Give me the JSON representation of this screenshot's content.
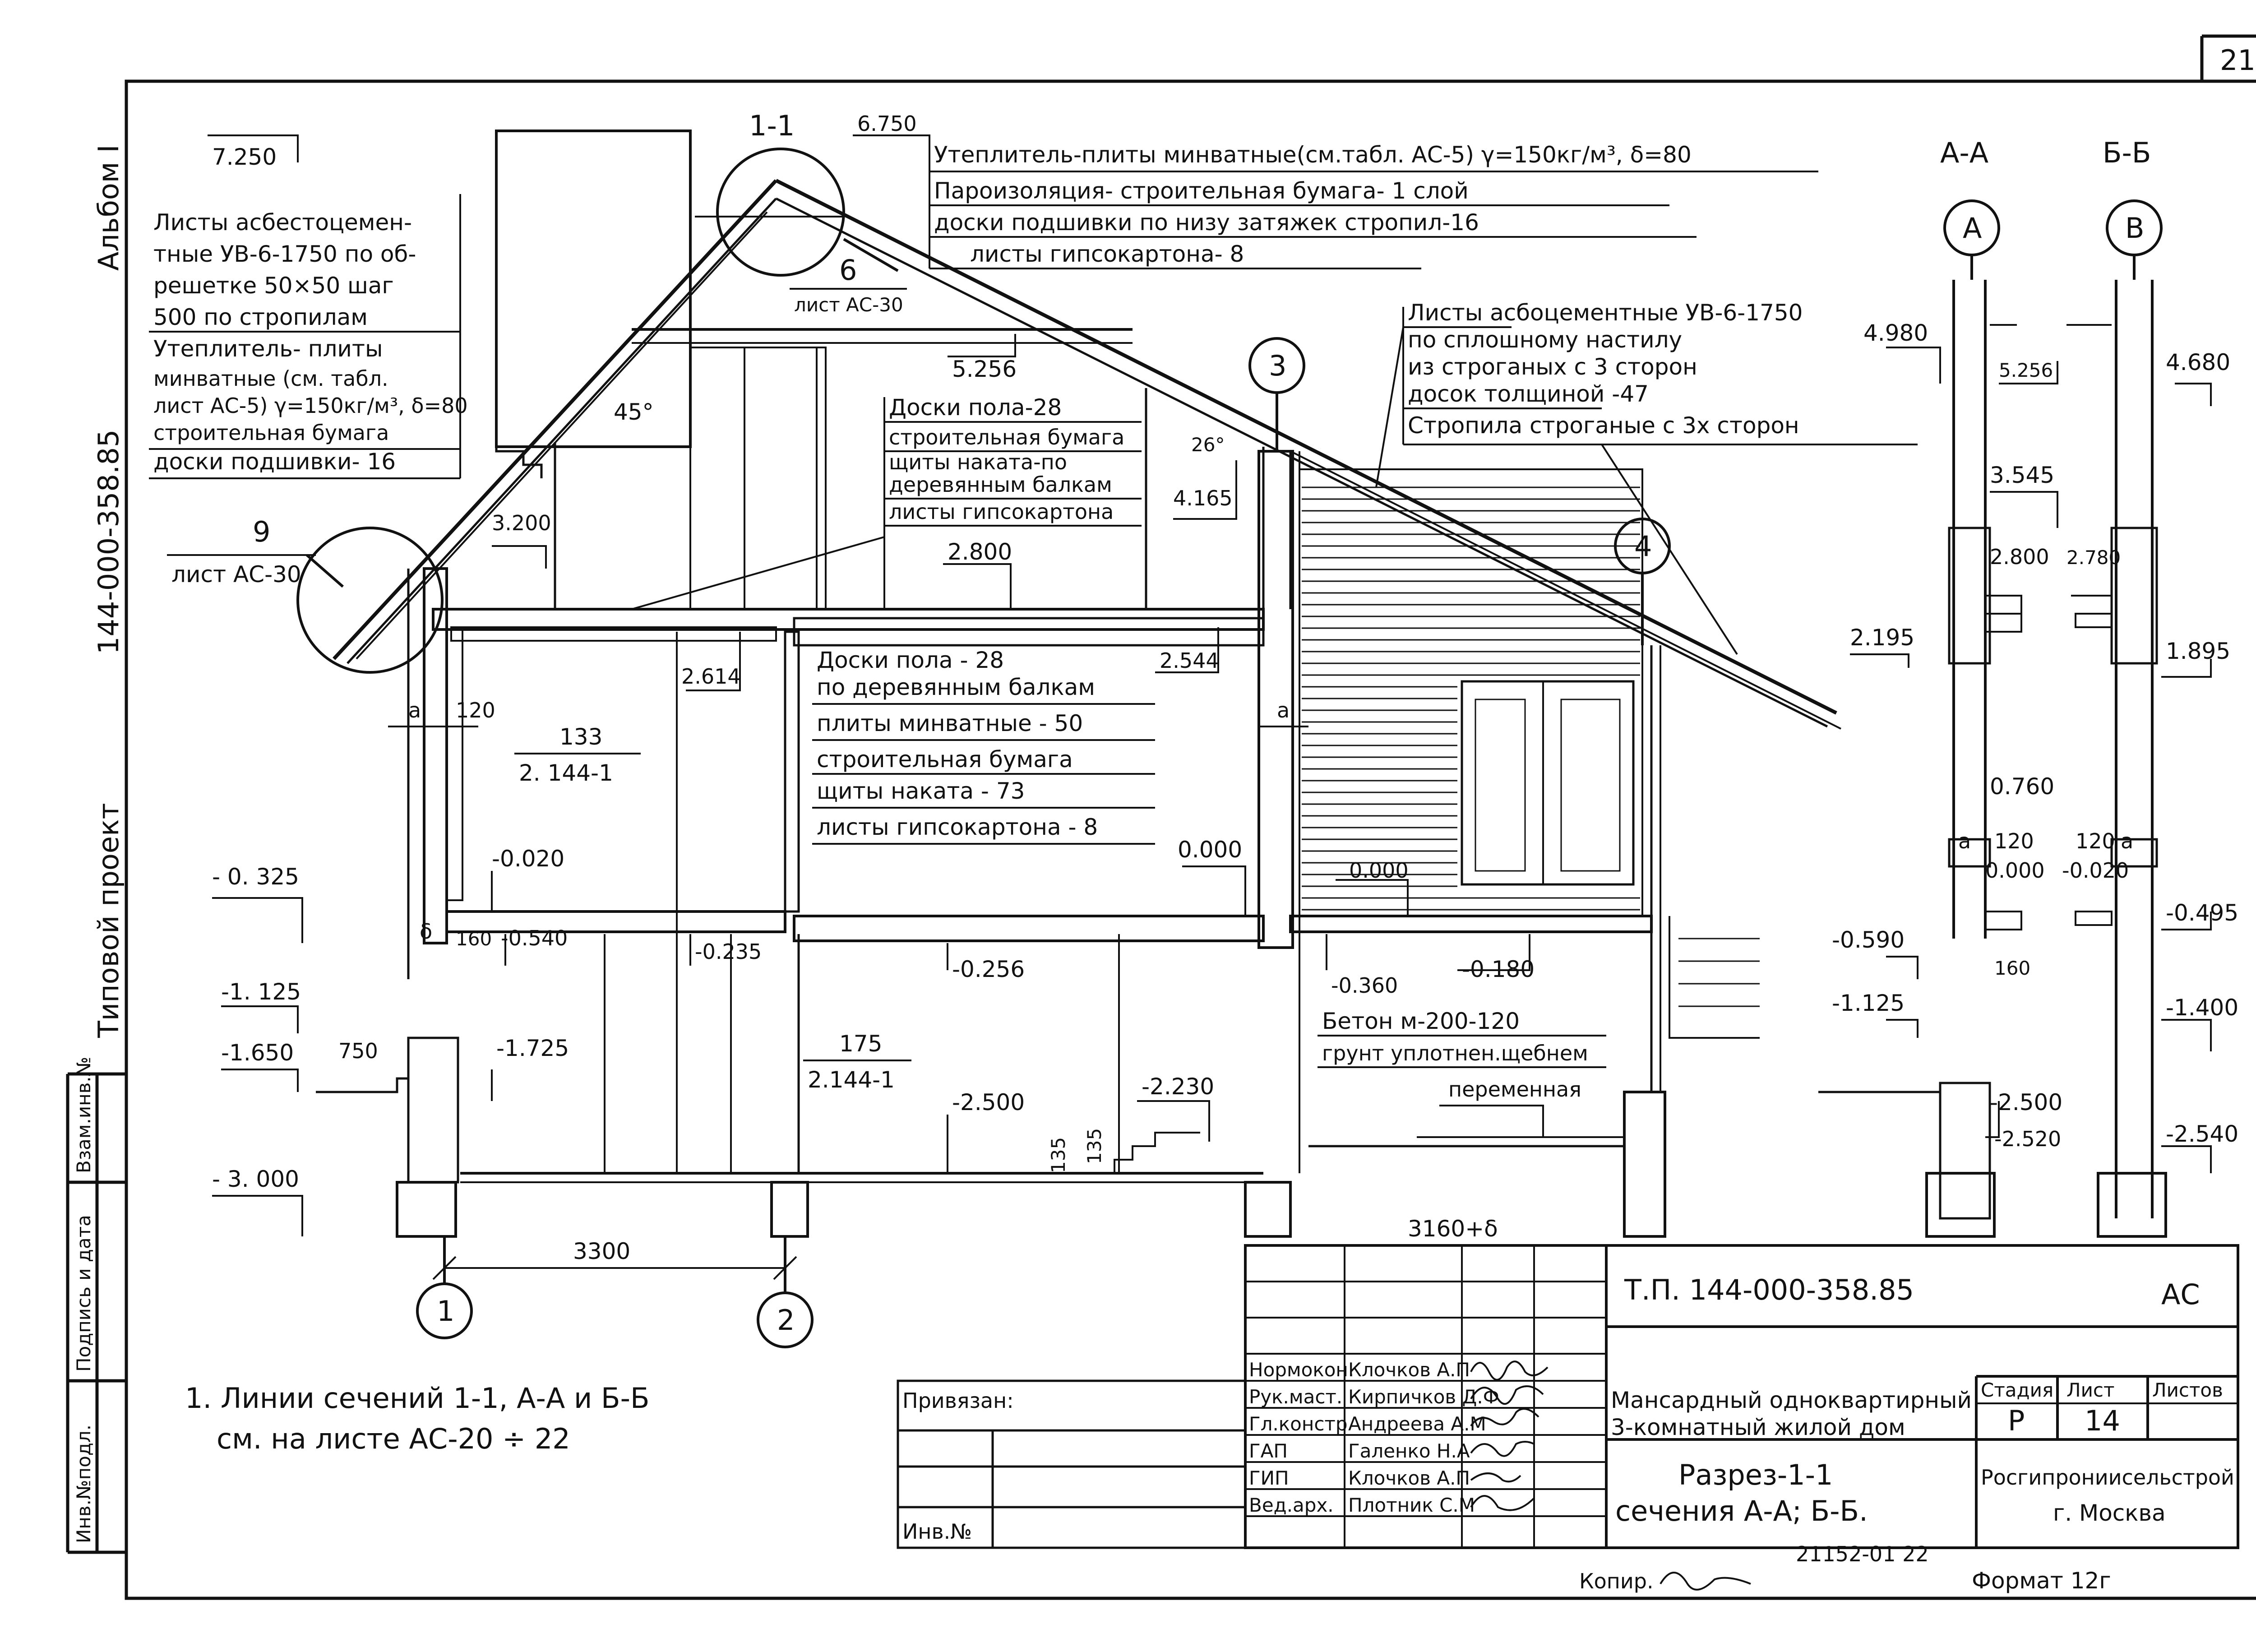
{
  "sheet_number": "21",
  "frame_side": {
    "album": "Альбом I",
    "project_code": "144-000-358.85",
    "project_type": "Типовой    проект"
  },
  "section_title": "1-1",
  "view_titles": {
    "aa": "А-А",
    "bb": "Б-Б"
  },
  "axes": [
    "1",
    "2",
    "3",
    "4",
    "А",
    "В"
  ],
  "roof_spec_right": [
    "Утеплитель-плиты минватные(см.табл. АС-5) γ=150кг/м³, δ=80",
    "Пароизоляция- строительная бумага- 1 слой",
    "доски подшивки по низу затяжек стропил-16",
    "листы гипсокартона- 8"
  ],
  "roof_spec_left": [
    "Листы асбестоцемен-",
    "тные УВ-6-1750 по об-",
    "решетке 50×50 шаг",
    "500 по стропилам",
    "Утеплитель- плиты",
    "минватные (см. табл.",
    "лист АС-5) γ=150кг/м³, δ=80",
    "строительная бумага",
    "доски подшивки- 16"
  ],
  "roof_spec_cover": [
    "Листы асбоцементные УВ-6-1750",
    "по сплошному настилу",
    "из строганых с 3 сторон",
    "досок толщиной -47",
    "Стропила строганые с 3х сторон"
  ],
  "attic_floor_spec": [
    "Доски пола-28",
    "строительная бумага",
    "щиты наката-по",
    "деревянным балкам",
    "листы гипсокартона"
  ],
  "ground_floor_spec": [
    "Доски пола - 28",
    "по деревянным балкам",
    "плиты минватные - 50",
    "строительная бумага",
    "щиты наката - 73",
    "листы гипсокартона - 8"
  ],
  "slab_spec": [
    "Бетон м-200-120",
    "грунт уплотнен.щебнем",
    "переменная"
  ],
  "callouts": {
    "c6": "6",
    "c6_ref": "лист АС-30",
    "c9": "9",
    "c9_ref": "лист АС-30"
  },
  "section_levels": {
    "l7250": "7.250",
    "l6750": "6.750",
    "l5256": "5.256",
    "l4165": "4.165",
    "l3200": "3.200",
    "l2800": "2.800",
    "l2614": "2.614",
    "l2544": "2.544",
    "l0000": "0.000",
    "l0000b": "0.000",
    "m0020": "-0.020",
    "m0325": "- 0. 325",
    "m0540": "-0.540",
    "m0235": "-0.235",
    "m0256": "-0.256",
    "m0360": "-0.360",
    "m0180": "-0.180",
    "m1125": "-1. 125",
    "m1650": "-1.650",
    "m1725": "-1.725",
    "m2500": "-2.500",
    "m2230": "-2.230",
    "m3000": "- 3. 000"
  },
  "angles": {
    "a45": "45°",
    "a26": "26°"
  },
  "dims": {
    "d3300": "3300",
    "d3160": "3160+δ",
    "d750": "750",
    "d133": "133",
    "d2144a": "2. 144-1",
    "d175": "175",
    "d2144b": "2.144-1",
    "d120": "120",
    "da": "a",
    "d160": "160",
    "ddelta": "δ",
    "d135a": "135",
    "d135b": "135"
  },
  "aa_levels": {
    "l4980": "4.980",
    "l5256": "5.256",
    "l3545": "3.545",
    "l2800": "2.800",
    "l2195": "2.195",
    "l0760": "0.760",
    "l0000": "0.000",
    "m0590": "-0.590",
    "m1125": "-1.125",
    "m2500": "-2.500",
    "m2520": "-2.520",
    "d120": "120",
    "da": "a",
    "d160": "160"
  },
  "bb_levels": {
    "l4680": "4.680",
    "l2780": "2.780",
    "l1895": "1.895",
    "m0020": "-0.020",
    "m0495": "-0.495",
    "m1400": "-1.400",
    "m2540": "-2.540",
    "d120": "120",
    "da": "a"
  },
  "note": [
    "1. Линии сечений 1-1, А-А и Б-Б",
    "см. на листе АС-20 ÷ 22"
  ],
  "binding": {
    "privyazan": "Привязан:",
    "inv_no": "Инв.№"
  },
  "stamp_side": [
    "Взам.инв.№",
    "Подпись и дата",
    "Инв.№подл."
  ],
  "title_block": {
    "designation": "Т.П.   144-000-358.85",
    "section_code": "АС",
    "project_name": [
      "Мансардный одноквартирный",
      "3-комнатный жилой дом"
    ],
    "sheet_name": [
      "Разрез-1-1",
      "сечения А-А; Б-Б."
    ],
    "headers": [
      "Стадия",
      "Лист",
      "Листов"
    ],
    "stage": "Р",
    "sheet": "14",
    "sheets": "",
    "organization": [
      "Росгипрониисельстрой",
      "г. Москва"
    ],
    "roles": [
      {
        "role": "Нормокон.",
        "name": "Клочков А.П"
      },
      {
        "role": "Рук.маст.",
        "name": "Кирпичков Д.Ф"
      },
      {
        "role": "Гл.констр",
        "name": "Андреева А.М"
      },
      {
        "role": "ГАП",
        "name": "Галенко Н.А"
      },
      {
        "role": "ГИП",
        "name": "Клочков А.П"
      },
      {
        "role": "Вед.арх.",
        "name": "Плотник С.М"
      }
    ]
  },
  "footer": {
    "copy": "Копир.",
    "format": "Формат 12г",
    "order": "21152-01  22"
  }
}
